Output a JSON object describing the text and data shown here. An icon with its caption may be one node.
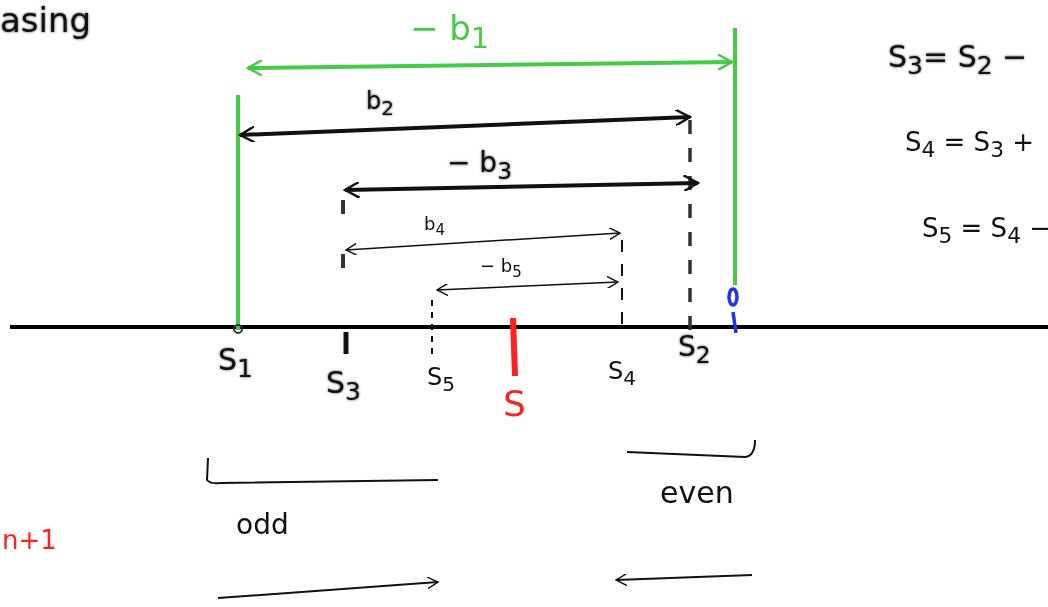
{
  "diagram": {
    "labels": [
      "asing",
      "− b$_{1}$",
      "S$_{3}$= S$_{2}$ −",
      "b$_{2}$",
      "S$_{4}$ = S$_{3}$ +",
      "− b$_{3}$",
      "b$_{4}$",
      "S$_{5}$ = S$_{4}$ −",
      "− b$_{5}$",
      "S$_{1}$",
      "S$_{3}$",
      "S$_{5}$",
      "S",
      "S$_{4}$",
      "S$_{2}$",
      "even",
      "odd",
      "n+1"
    ]
  }
}
